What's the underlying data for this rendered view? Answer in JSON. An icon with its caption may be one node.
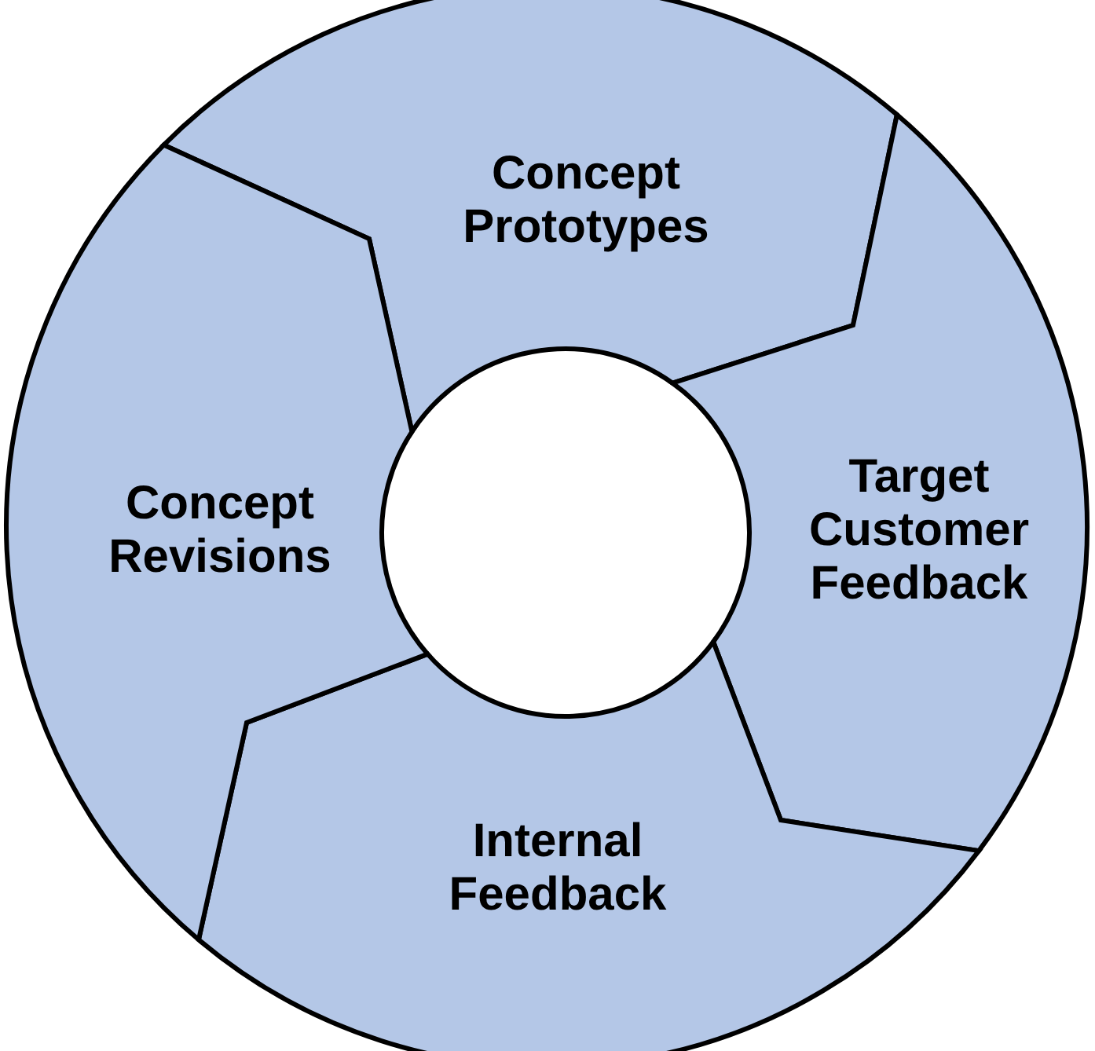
{
  "diagram": {
    "nodes": [
      {
        "text": [
          "Concept Prototypes"
        ]
      },
      {
        "text": [
          "Target Customer Feedback"
        ]
      },
      {
        "text": [
          "Internal Feedback"
        ]
      },
      {
        "text": [
          "Concept Revisions"
        ]
      }
    ]
  }
}
